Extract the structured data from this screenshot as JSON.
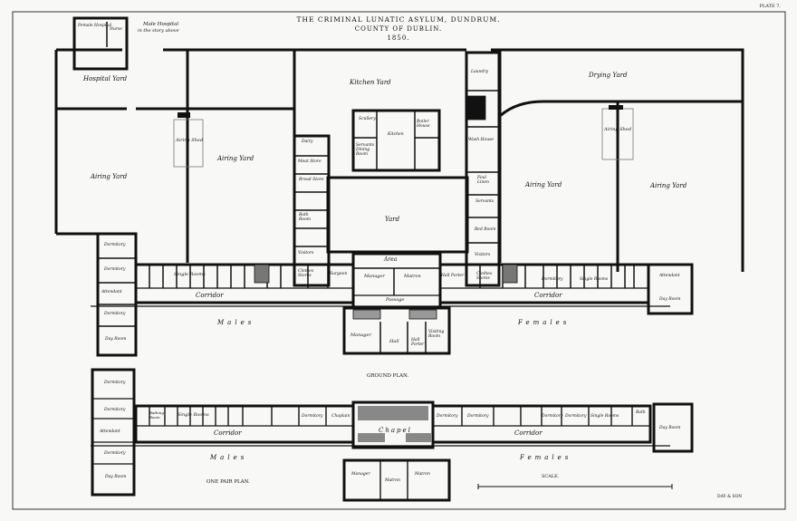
{
  "plate": "PLATE 7.",
  "title": {
    "line1": "THE CRIMINAL LUNATIC ASYLUM, DUNDRUM.",
    "line2": "COUNTY OF DUBLIN.",
    "year": "1850."
  },
  "ground_plan": {
    "caption": "GROUND PLAN.",
    "yards": {
      "hospital": "Hospital Yard",
      "kitchen": "Kitchen Yard",
      "drying": "Drying Yard",
      "airing_male_1": "Airing Yard",
      "airing_male_2": "Airing Yard",
      "airing_female_1": "Airing Yard",
      "airing_female_2": "Airing Yard",
      "central": "Yard"
    },
    "sheds": {
      "male": "Airing Shed",
      "female": "Airing Shed"
    },
    "hospital": {
      "female": "Female Hospital",
      "nurse": "Nurse",
      "male_note_1": "Male Hospital",
      "male_note_2": "in the story above"
    },
    "service": {
      "laundry": "Laundry",
      "wash_house": "Wash House",
      "scullery": "Scullery",
      "kitchen": "Kitchen",
      "boiler_house": "Boiler House",
      "servants_dining": "Servants Dining Room",
      "dairy": "Dairy",
      "meat_store": "Meat Store",
      "bread_store": "Bread Store",
      "bath_room": "Bath Room",
      "visitors_m": "Visitors",
      "clothes_m": "Clothes Stores",
      "foul_linen": "Foul Linen",
      "servants": "Servants",
      "bed_room": "Bed Room",
      "visitors_f": "Visitors",
      "clothes_f": "Clothes Stores"
    },
    "centre": {
      "area": "Area",
      "surgeon": "Surgeon",
      "manager_1": "Manager",
      "matron_1": "Matron",
      "hall_porter": "Hall Porter",
      "passage": "Passage",
      "manager_2": "Manager",
      "hall": "Hall",
      "hall_porter_2": "Hall Porter",
      "visiting_room": "Visiting Room"
    },
    "male_wing": {
      "dormitory_1": "Dormitory",
      "dormitory_2": "Dormitory",
      "attendant": "Attendant",
      "dormitory_3": "Dormitory",
      "day_room": "Day Room",
      "corridor": "Corridor",
      "label": "Males",
      "single_rooms": "Single Rooms"
    },
    "female_wing": {
      "dormitory": "Dormitory",
      "single_rooms": "Single Rooms",
      "attendant": "Attendant",
      "day_room": "Day Room",
      "corridor": "Corridor",
      "label": "Females"
    }
  },
  "first_plan": {
    "caption": "ONE PAIR PLAN.",
    "male_wing": {
      "dormitory_1": "Dormitory",
      "dormitory_2": "Dormitory",
      "attendant": "Attendant",
      "dormitory_3": "Dormitory",
      "day_room": "Day Room",
      "bathing_room": "Bathing Room",
      "single_rooms": "Single Rooms",
      "dormitory_4": "Dormitory",
      "chaplain": "Chaplain",
      "corridor": "Corridor",
      "label": "Males"
    },
    "centre": {
      "chapel": "Chapel",
      "manager": "Manager",
      "matron_1": "Matron",
      "matron_2": "Matron"
    },
    "female_wing": {
      "dormitory_1": "Dormitory",
      "dormitory_2": "Dormitory",
      "dormitory_3": "Dormitory",
      "dormitory_4": "Dormitory",
      "single_rooms": "Single Rooms",
      "bath": "Bath",
      "day_room": "Day Room",
      "corridor": "Corridor",
      "label": "Females"
    },
    "scale": "SCALE."
  },
  "imprint": "DAY & SON"
}
